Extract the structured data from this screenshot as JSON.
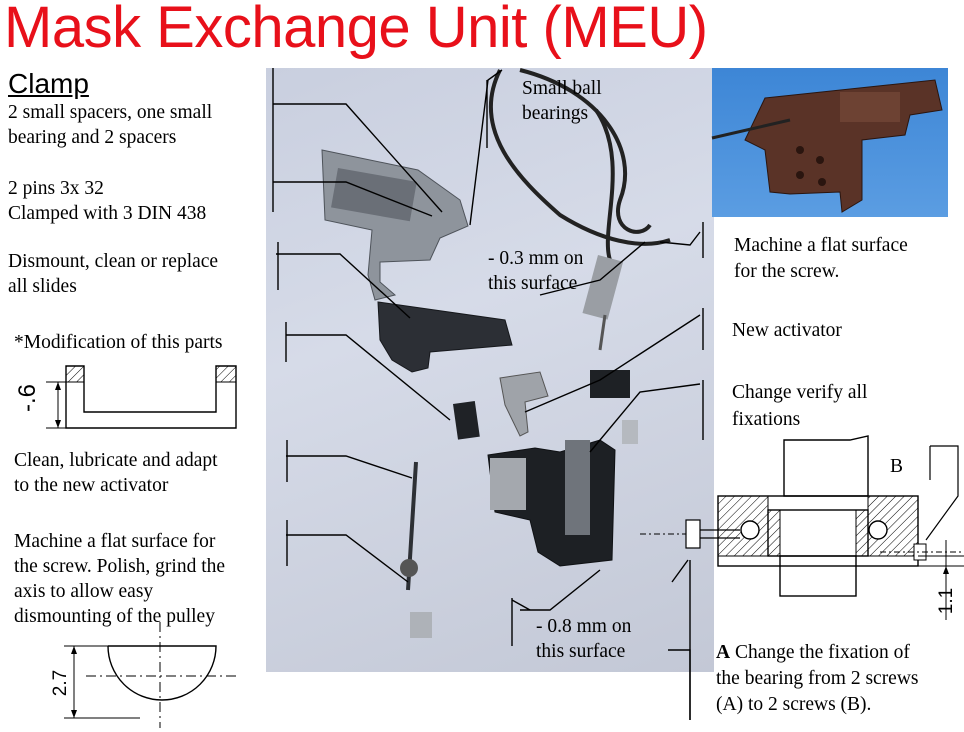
{
  "title": "Mask Exchange Unit (MEU)",
  "clamp_heading": "Clamp",
  "left_notes": {
    "spacers_1": "2 small spacers, one small",
    "spacers_2": "bearing and 2 spacers",
    "pins_1": "2 pins 3x 32",
    "pins_2": "Clamped with 3 DIN 438",
    "dismount_1": "Dismount, clean or replace",
    "dismount_2": "all slides",
    "modification": "*Modification of this parts",
    "clean_1": "Clean, lubricate and adapt",
    "clean_2": "to the new activator",
    "machine_1": "Machine a flat surface for",
    "machine_2": "the screw. Polish, grind the",
    "machine_3": "axis to allow easy",
    "machine_4": "dismounting of the pulley"
  },
  "center_notes": {
    "ball_1": "Small ball",
    "ball_2": "bearings",
    "surface_03_1": "- 0.3 mm on",
    "surface_03_2": "this surface",
    "surface_08_1": "- 0.8 mm on",
    "surface_08_2": "this surface"
  },
  "right_notes": {
    "flat_1": "Machine a flat surface",
    "flat_2": "for the screw.",
    "activator": "New activator",
    "verify_1": "Change  verify  all",
    "verify_2": "fixations",
    "label_b": "B",
    "fix_a": "A",
    "fix_1": " Change the fixation of",
    "fix_2": "the bearing from 2 screws",
    "fix_3": "(A) to 2 screws (B)."
  },
  "dimensions": {
    "slot_depth": "-.6",
    "flat_height": "2.7",
    "fixation_gap": "1.1"
  }
}
